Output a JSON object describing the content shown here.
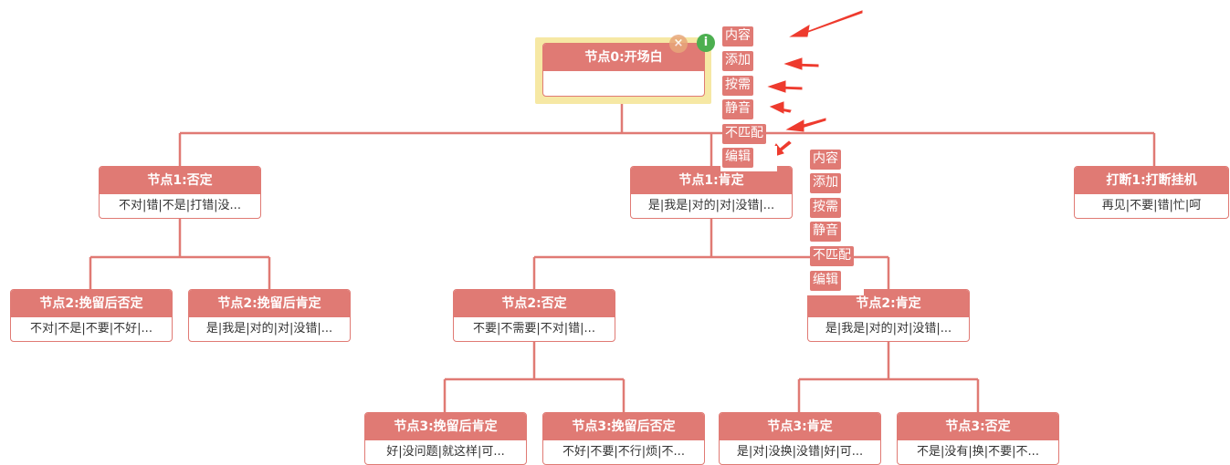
{
  "nodes": {
    "root": {
      "title": "节点0:开场白",
      "body": ""
    },
    "n1_neg": {
      "title": "节点1:否定",
      "body": "不对|错|不是|打错|没..."
    },
    "n1_pos": {
      "title": "节点1:肯定",
      "body": "是|我是|对的|对|没错|..."
    },
    "interrupt": {
      "title": "打断1:打断挂机",
      "body": "再见|不要|错|忙|呵"
    },
    "n2_retain_neg": {
      "title": "节点2:挽留后否定",
      "body": "不对|不是|不要|不好|..."
    },
    "n2_retain_pos": {
      "title": "节点2:挽留后肯定",
      "body": "是|我是|对的|对|没错|..."
    },
    "n2_neg": {
      "title": "节点2:否定",
      "body": "不要|不需要|不对|错|..."
    },
    "n2_pos": {
      "title": "节点2:肯定",
      "body": "是|我是|对的|对|没错|..."
    },
    "n3_retain_pos": {
      "title": "节点3:挽留后肯定",
      "body": "好|没问题|就这样|可..."
    },
    "n3_retain_neg": {
      "title": "节点3:挽留后否定",
      "body": "不好|不要|不行|烦|不..."
    },
    "n3_pos": {
      "title": "节点3:肯定",
      "body": "是|对|没换|没错|好|可..."
    },
    "n3_neg": {
      "title": "节点3:否定",
      "body": "不是|没有|换|不要|不..."
    }
  },
  "context_menu": [
    "内容",
    "添加",
    "按需",
    "静音",
    "不匹配",
    "编辑"
  ],
  "context_menu_2": [
    "内容",
    "添加",
    "按需",
    "静音",
    "不匹配",
    "编辑"
  ],
  "icons": {
    "close": "close-icon",
    "info": "info-icon"
  },
  "colors": {
    "node": "#e07a74",
    "line": "#e07a74",
    "selection": "#f6e8a4",
    "arrow": "#ee3b2e",
    "info": "#4caf50"
  }
}
